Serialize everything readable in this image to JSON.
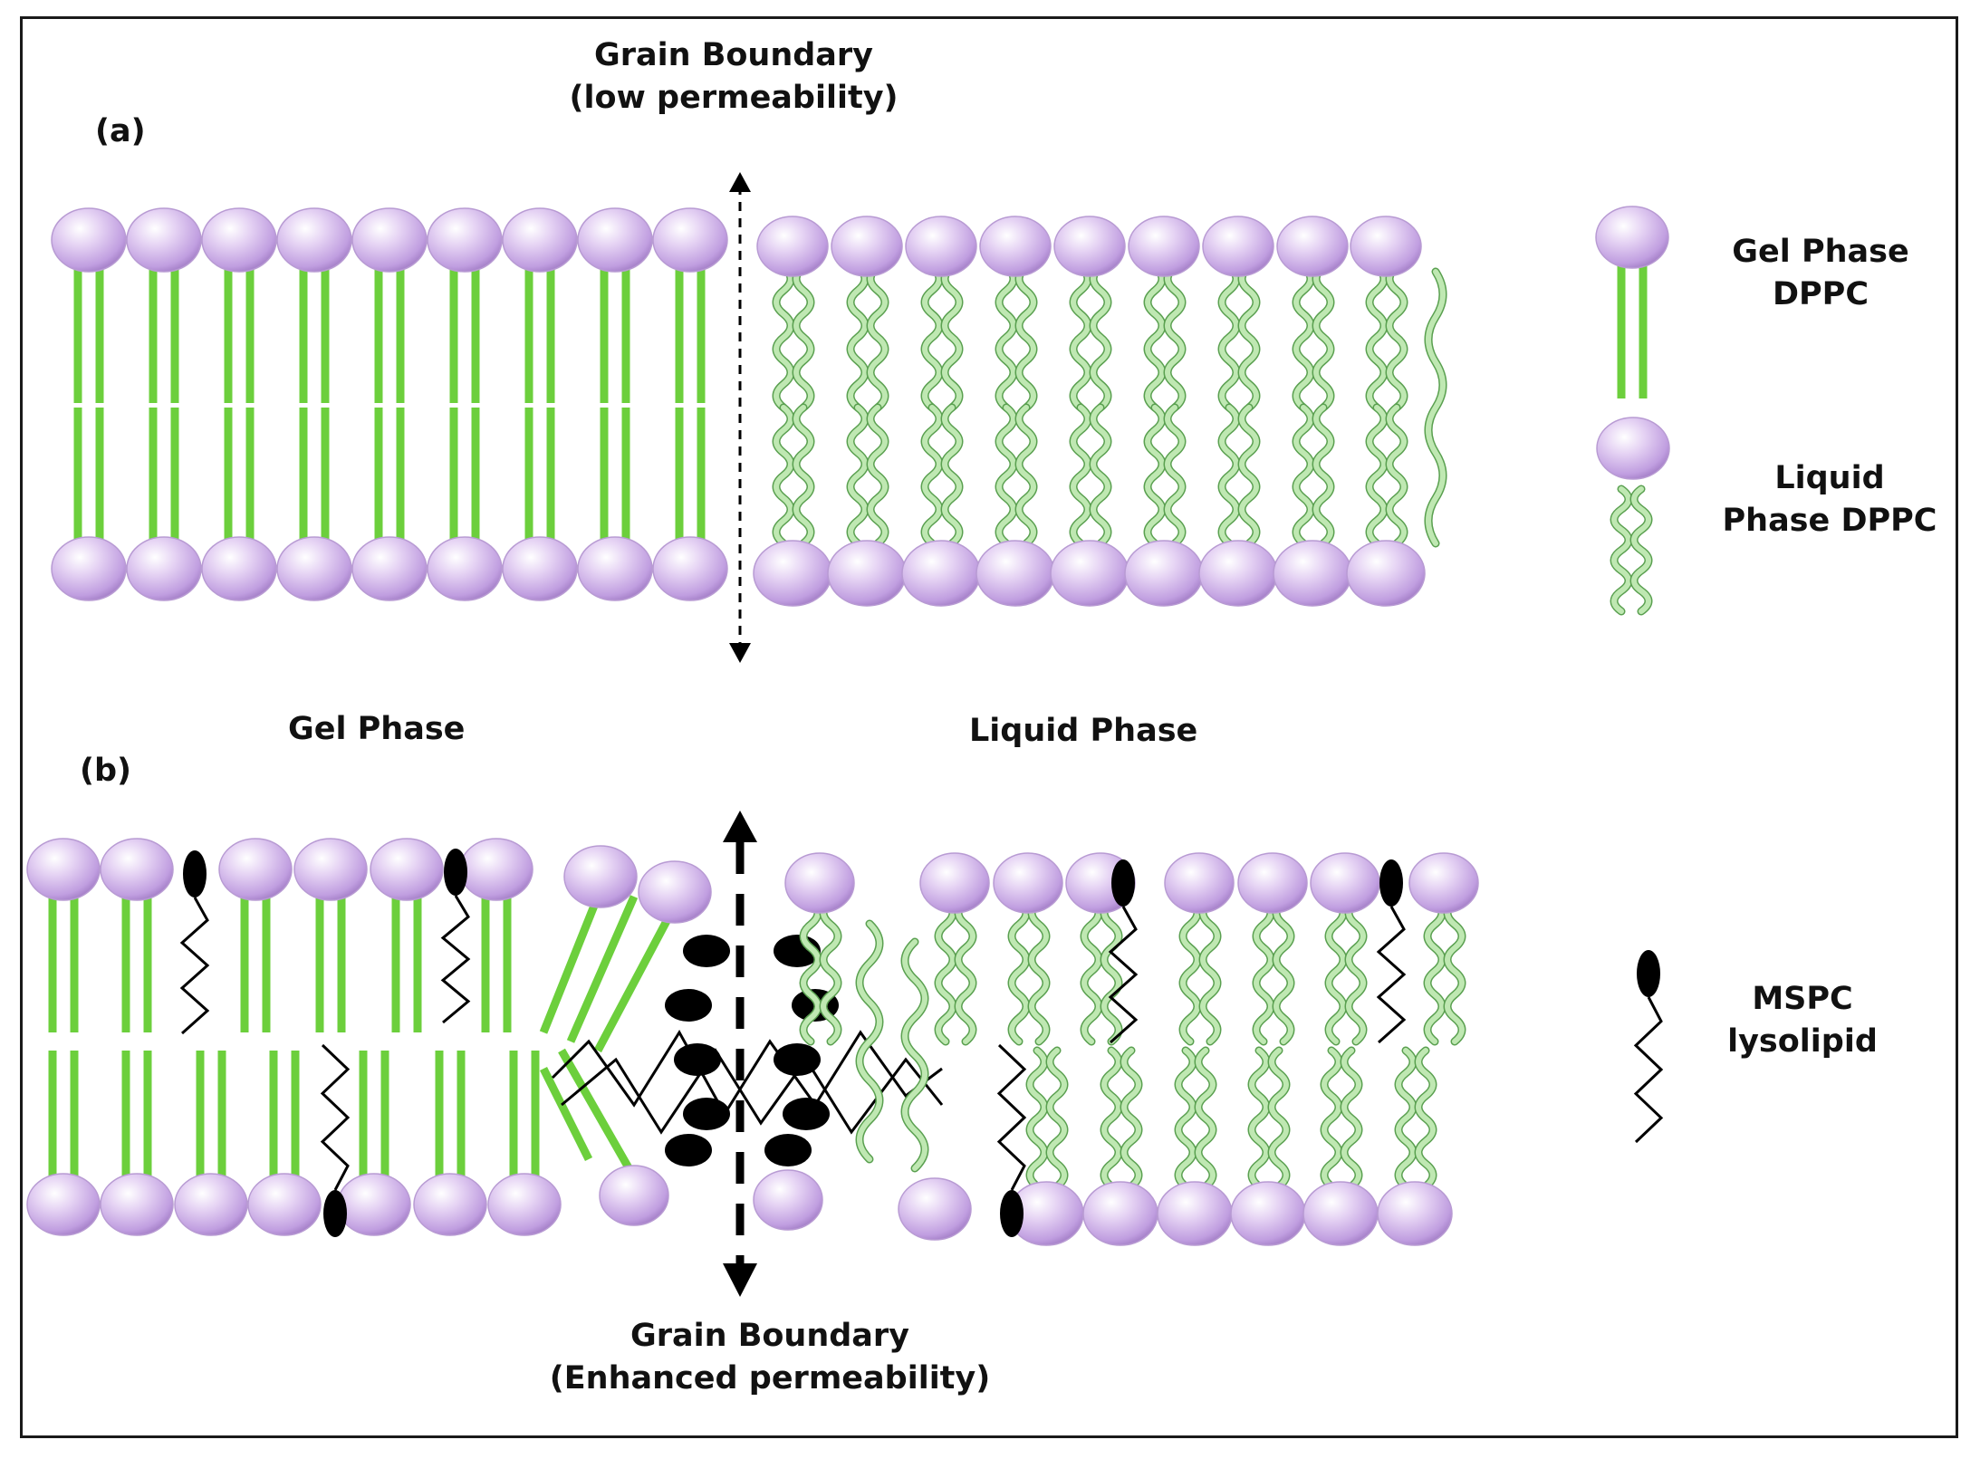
{
  "panel_a": {
    "label": "(a)",
    "boundary_title": "Grain Boundary",
    "boundary_note": "(low permeability)"
  },
  "panel_b": {
    "label": "(b)",
    "gel_phase_label": "Gel Phase",
    "liquid_phase_label": "Liquid Phase",
    "boundary_title": "Grain Boundary",
    "boundary_note": "(Enhanced permeability)"
  },
  "legend": {
    "gel_line1": "Gel Phase",
    "gel_line2": "DPPC",
    "liquid_line1": "Liquid",
    "liquid_line2": "Phase DPPC",
    "lyso_line1": "MSPC",
    "lyso_line2": "lysolipid"
  },
  "colors": {
    "head_light": "#f3e9fb",
    "head_mid": "#d8c0ec",
    "head_dark": "#a47cc7",
    "gel_tail": "#6ccf3c",
    "liquid_tail_fill": "#bfe8b2",
    "liquid_tail_stroke": "#5aa050",
    "lysolipid": "#000000"
  }
}
